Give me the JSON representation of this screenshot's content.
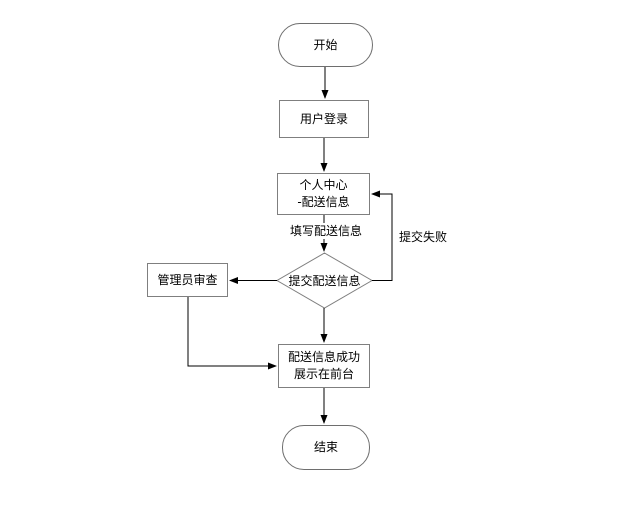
{
  "diagram": {
    "nodes": {
      "start": {
        "label": "开始",
        "shape": "terminator"
      },
      "login": {
        "label": "用户登录",
        "shape": "process"
      },
      "center": {
        "line1": "个人中心",
        "line2": "-配送信息",
        "shape": "process"
      },
      "submit": {
        "label": "提交配送信息",
        "shape": "decision"
      },
      "review": {
        "label": "管理员审查",
        "shape": "process"
      },
      "display": {
        "line1": "配送信息成功",
        "line2": "展示在前台",
        "shape": "process"
      },
      "end": {
        "label": "结束",
        "shape": "terminator"
      }
    },
    "edge_labels": {
      "fill": "填写配送信息",
      "fail": "提交失败"
    },
    "colors": {
      "background": "#ffffff",
      "shape_border": "#7f7f7f",
      "arrow": "#000000",
      "text": "#000000"
    }
  }
}
